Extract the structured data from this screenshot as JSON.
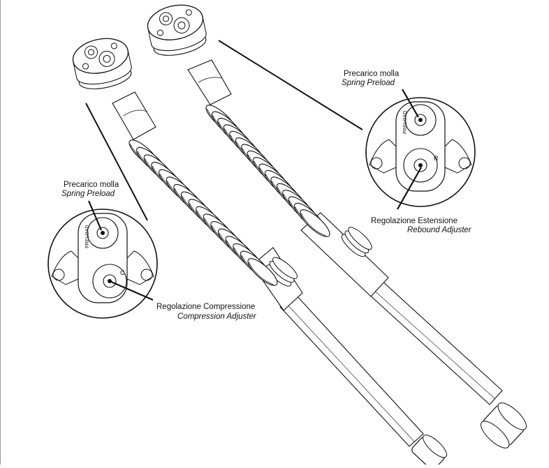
{
  "callouts": {
    "right": {
      "label_it": "Precarico molla",
      "label_en": "Spring Preload",
      "adjuster_it": "Regolazione Estensione",
      "adjuster_en": "Rebound Adjuster",
      "cap_marking": "PRELOAD",
      "adjuster_letter": "R"
    },
    "left": {
      "label_it": "Precarico molla",
      "label_en": "Spring Preload",
      "adjuster_it": "Regolazione Compressione",
      "adjuster_en": "Compression Adjuster",
      "cap_marking": "PRELOAD",
      "adjuster_letter": "C"
    }
  },
  "colors": {
    "ink": "#111111",
    "background": "#ffffff"
  }
}
